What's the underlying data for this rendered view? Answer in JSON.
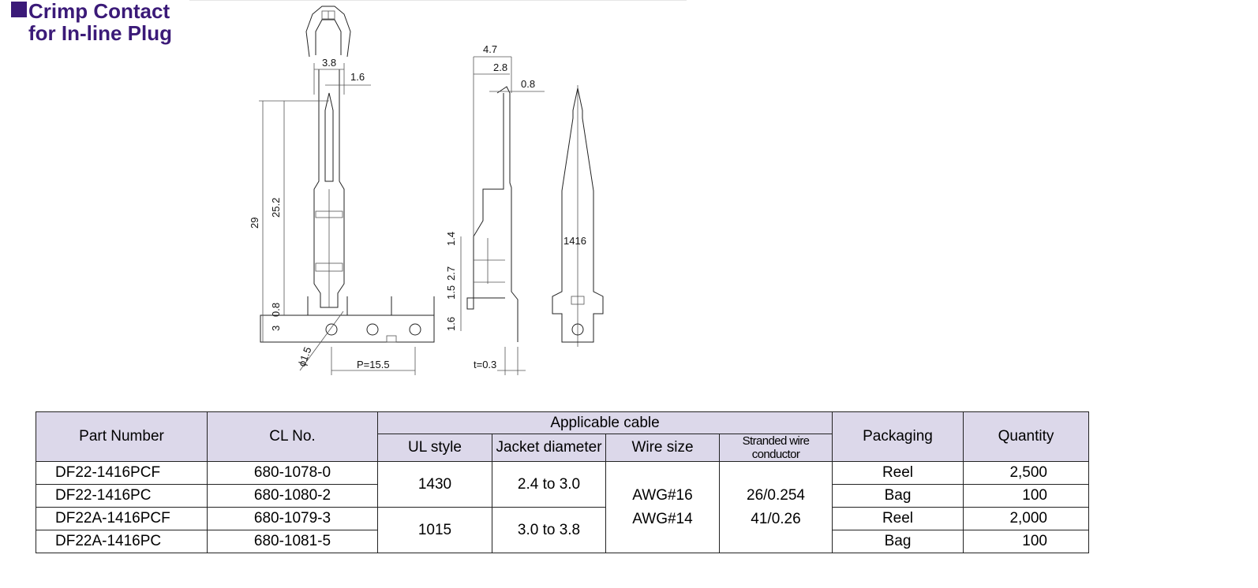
{
  "title": {
    "line1": "Crimp Contact",
    "line2": "for In-line Plug"
  },
  "drawing": {
    "dims": {
      "d47": "4.7",
      "d38": "3.8",
      "d16a": "1.6",
      "d28": "2.8",
      "d08a": "0.8",
      "d29": "29",
      "d252": "25.2",
      "d3": "3",
      "d08b": "0.8",
      "d14": "1.4",
      "d27": "2.7",
      "d15": "1.5",
      "d16b": "1.6",
      "phi": "ϕ1.5",
      "pitch": "P=15.5",
      "thick": "t=0.3",
      "mark": "1416"
    }
  },
  "table": {
    "headers": {
      "part_number": "Part Number",
      "cl_no": "CL No.",
      "applicable_cable": "Applicable cable",
      "ul_style": "UL style",
      "jacket_diameter": "Jacket diameter",
      "wire_size": "Wire size",
      "stranded": "Stranded wire conductor",
      "packaging": "Packaging",
      "quantity": "Quantity"
    },
    "rows": [
      {
        "part": "DF22-1416PCF",
        "cl": "680-1078-0",
        "packaging": "Reel",
        "quantity": "2,500"
      },
      {
        "part": "DF22-1416PC",
        "cl": "680-1080-2",
        "packaging": "Bag",
        "quantity": "100"
      },
      {
        "part": "DF22A-1416PCF",
        "cl": "680-1079-3",
        "packaging": "Reel",
        "quantity": "2,000"
      },
      {
        "part": "DF22A-1416PC",
        "cl": "680-1081-5",
        "packaging": "Bag",
        "quantity": "100"
      }
    ],
    "groups": [
      {
        "ul": "1430",
        "jacket": "2.4 to 3.0"
      },
      {
        "ul": "1015",
        "jacket": "3.0 to 3.8"
      }
    ],
    "wire_size": [
      "AWG#16",
      "AWG#14"
    ],
    "stranded": [
      "26/0.254",
      "41/0.26"
    ]
  }
}
